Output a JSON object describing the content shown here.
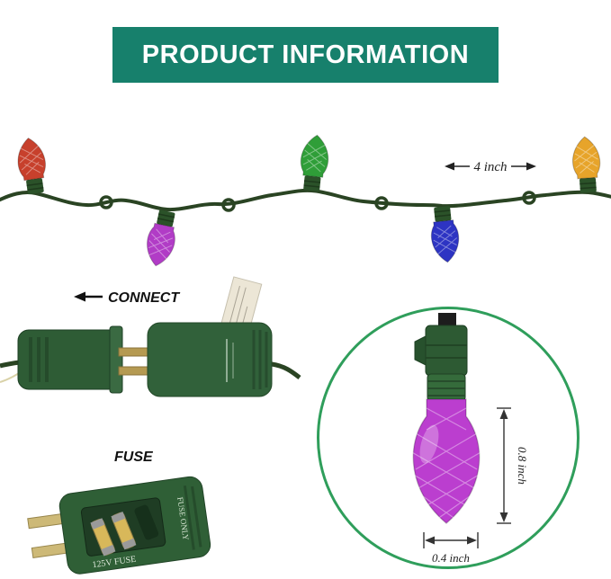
{
  "header": {
    "title": "PRODUCT INFORMATION",
    "background_color": "#17806c",
    "text_color": "#ffffff"
  },
  "light_string": {
    "spacing_label": "4 inch",
    "wire_color": "#2a4423",
    "bulb_colors": {
      "red": "#c7402c",
      "green": "#2f9e38",
      "orange": "#e7a42a",
      "purple": "#b13cc6",
      "blue": "#2d34c3"
    }
  },
  "connect": {
    "label": "CONNECT"
  },
  "fuse": {
    "label": "FUSE",
    "marking_top": "FUSE ONLY",
    "marking_bottom": "125V FUSE"
  },
  "detail": {
    "height_label": "0.8 inch",
    "width_label": "0.4 inch",
    "bulb_color": "#bb3ecf",
    "ring_color": "#2f9e5b"
  }
}
